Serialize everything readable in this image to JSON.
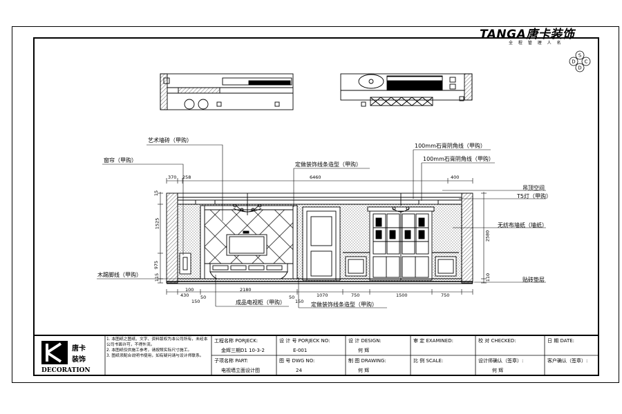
{
  "brand": {
    "name": "TANGA唐卡装饰",
    "tagline": "全 程 管 理 人 名"
  },
  "compass": {
    "letters": [
      "S",
      "D",
      "C",
      "D"
    ]
  },
  "labels": {
    "art_tile": "艺术墙砖（甲购）",
    "curtain": "窗帘（甲购）",
    "custom_molding_top": "定做装饰线条造型（甲购）",
    "gypsum_cornice_1": "100mm石膏阴角线（甲购）",
    "gypsum_cornice_2": "100mm石膏阴角线（甲购）",
    "ceiling_space": "吊顶空间",
    "t5_lamp": "T5灯（甲购）",
    "nonwoven_wallpaper": "无纺布墙纸（墙纸）",
    "baseboard": "木踢脚线（甲购）",
    "tv_cabinet": "成品电视柜（甲购）",
    "custom_molding_bottom": "定做装饰线条造型（甲购）",
    "tile_base": "贴砖垫层"
  },
  "dimensions": {
    "top_370": "370",
    "top_258": "258",
    "top_6460": "6460",
    "top_400": "400",
    "left_15": "15",
    "left_1525": "1525",
    "left_975": "975",
    "left_115": "115",
    "right_2580": "2580",
    "right_110": "110",
    "bot_430": "430",
    "bot_100": "100",
    "bot_2180": "2180",
    "bot_1070": "1070",
    "bot_750a": "750",
    "bot_1500": "1500",
    "bot_750b": "750",
    "bot_50a": "50",
    "bot_150a": "150",
    "bot_50b": "50",
    "bot_150b": "150"
  },
  "title_block": {
    "logo_chars": "唐卡\n装饰",
    "logo_word": "DECORATION",
    "notes": [
      "1. 本图纸之图纸、文字、资料版权为本公司所有，未经本公司书面许可，不得外流。",
      "2. 本图纸仅供施工参考，请按照实际尺寸施工。",
      "3. 图纸须配合说明书使用，如有疑问请与设计师联系。"
    ],
    "project_name_label": "工程名称 PORJECK:",
    "project_name_value": "金辉三期D1 10-3-2",
    "part_name_label": "子项名称 PART:",
    "part_name_value": "电视墙立面设计图",
    "design_no_label": "设 计 号 PORJECK NO:",
    "design_no_value": "E-001",
    "drawing_no_label": "图 号 DWG NO:",
    "drawing_no_value": "24",
    "design_label": "设 计 DESIGN:",
    "design_value": "何 辉",
    "drawing_label": "制 图 DRAWING:",
    "drawing_value": "何 辉",
    "examined_label": "审 定 EXAMINED:",
    "scale_label": "比 例 SCALE:",
    "checked_label": "校 对 CHECKED:",
    "designer_confirm_label": "设计师确认（签章）:",
    "designer_confirm_value": "何 辉",
    "date_label": "日 期 DATE:",
    "client_confirm_label": "客户确认（签章）:"
  }
}
